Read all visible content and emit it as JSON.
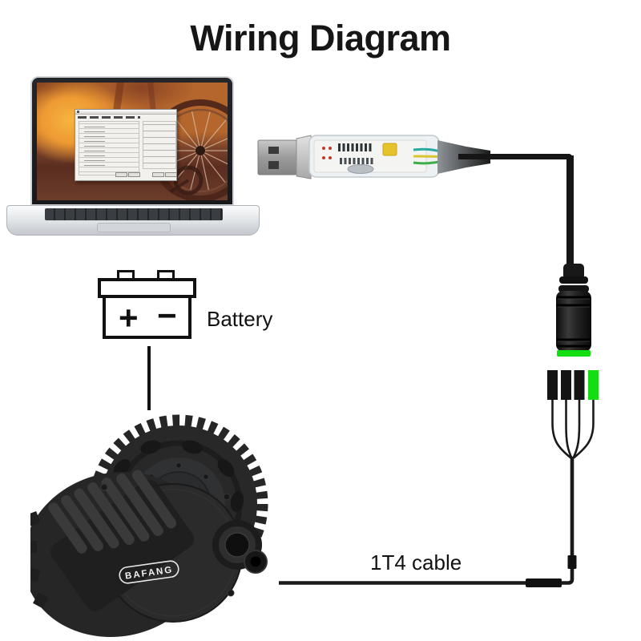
{
  "title": "Wiring Diagram",
  "diagram": {
    "battery_label": "Battery",
    "battery_plus": "+",
    "battery_minus": "−",
    "cable_label": "1T4 cable",
    "motor_brand": "BAFANG"
  },
  "colors": {
    "accent_green": "#12DE12",
    "cable_black": "#161616"
  },
  "figures": {
    "laptop": "laptop-with-programming-software",
    "screen_photo": "bicycle-wheel-photo",
    "dialog": "parameter-config-dialog",
    "usb": "usb-programming-cable",
    "connector": "round-waterproof-connector",
    "splitter": "one-to-four-splitter-cable",
    "battery": "battery-schematic",
    "motor": "mid-drive-motor"
  }
}
